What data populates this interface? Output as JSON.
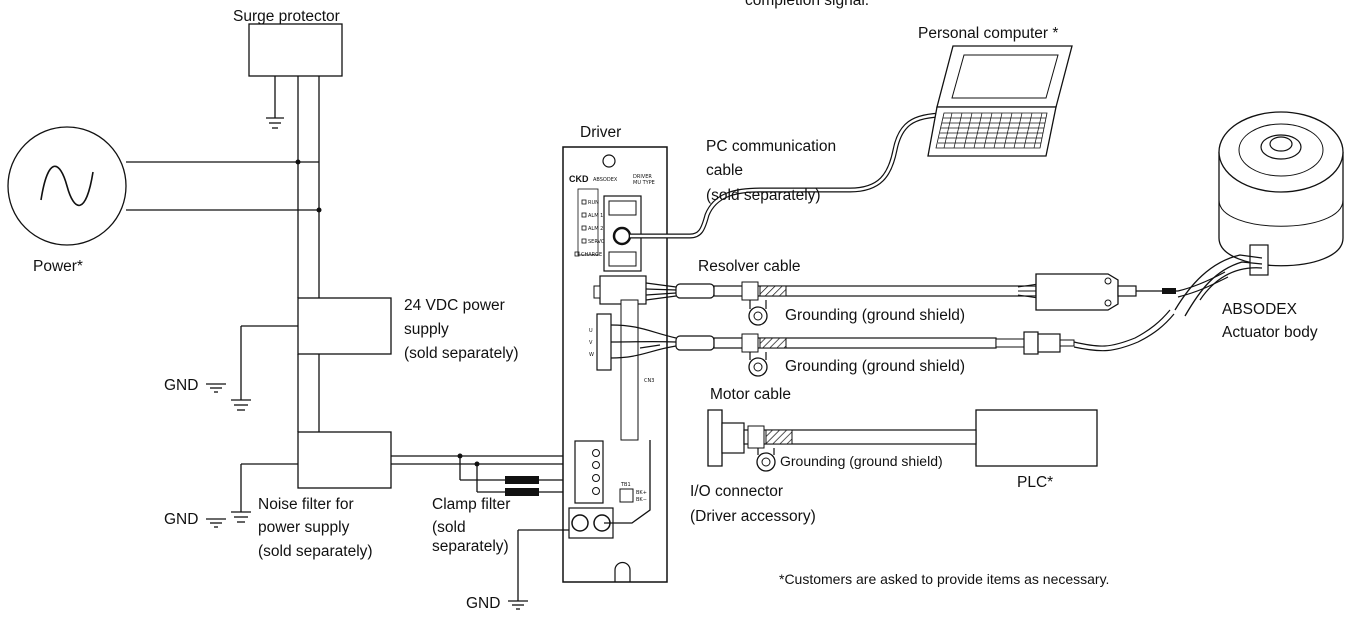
{
  "labels": {
    "top_cut": "completion signal.",
    "surge_protector": "Surge protector",
    "personal_computer": "Personal computer *",
    "driver": "Driver",
    "pc_cable_1": "PC communication",
    "pc_cable_2": "cable",
    "pc_cable_3": "(sold separately)",
    "power": "Power*",
    "resolver_cable": "Resolver cable",
    "grounding_1": "Grounding (ground shield)",
    "grounding_2": "Grounding (ground shield)",
    "grounding_3": "Grounding (ground shield)",
    "absodex_1": "ABSODEX",
    "absodex_2": "Actuator body",
    "ps_1": "24 VDC power",
    "ps_2": "supply",
    "ps_3": "(sold separately)",
    "gnd_1": "GND",
    "gnd_2": "GND",
    "gnd_3": "GND",
    "motor_cable": "Motor cable",
    "nf_1": "Noise filter for",
    "nf_2": "power supply",
    "nf_3": "(sold separately)",
    "clamp_1": "Clamp filter",
    "clamp_2": "(sold",
    "clamp_3": "separately)",
    "io_1": "I/O connector",
    "io_2": "(Driver accessory)",
    "plc": "PLC*",
    "footnote": "*Customers are asked to provide items as necessary."
  },
  "driver_panel": {
    "brand": "CKD",
    "model": "ABSODEX",
    "type_1": "DRIVER",
    "type_2": "MU TYPE",
    "leds": [
      "RUN",
      "ALM 1",
      "ALM 2",
      "SERVO",
      "CHARGE"
    ],
    "uvw": [
      "U",
      "V",
      "W"
    ],
    "cn3": "CN3",
    "tb1": "TB1",
    "bk_plus": "BK+",
    "bk_minus": "BK−"
  }
}
